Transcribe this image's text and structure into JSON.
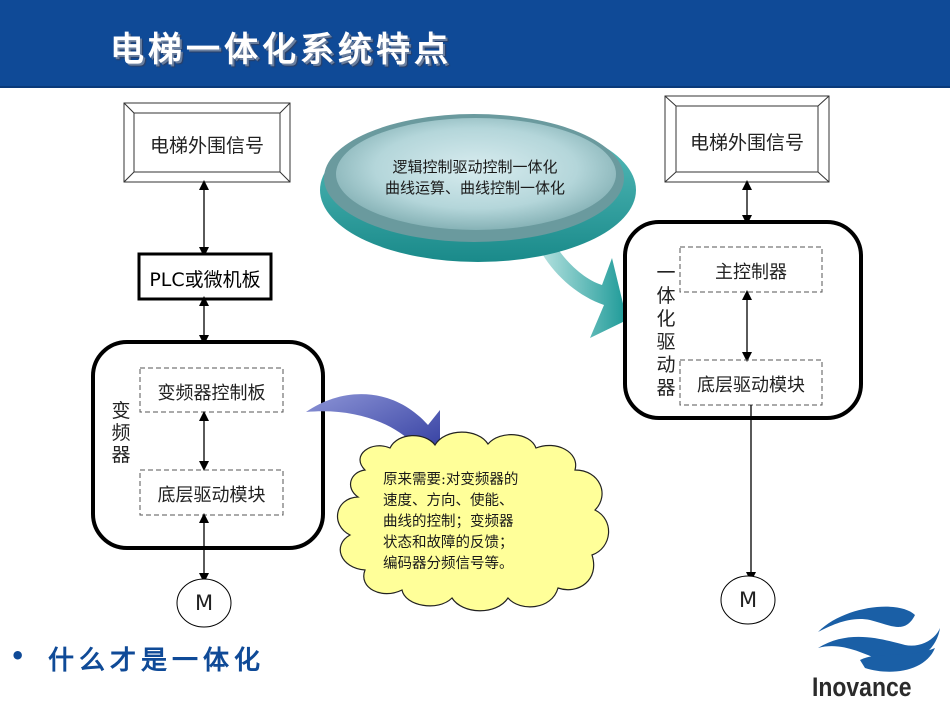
{
  "header": {
    "title": "电梯一体化系统特点"
  },
  "left_diagram": {
    "peripheral_signal": "电梯外围信号",
    "plc_box": "PLC或微机板",
    "inverter_label": "变频器",
    "inverter_control_board": "变频器控制板",
    "low_level_drive": "底层驱动模块",
    "motor": "M"
  },
  "right_diagram": {
    "peripheral_signal": "电梯外围信号",
    "integrated_drive_label": "一体化驱动器",
    "main_controller": "主控制器",
    "low_level_drive": "底层驱动模块",
    "motor": "M"
  },
  "callout_oval": {
    "lines": [
      "逻辑控制驱动控制一体化",
      "曲线运算、曲线控制一体化"
    ]
  },
  "callout_cloud": {
    "lines": [
      "原来需要:对变频器的",
      "速度、方向、使能、",
      "曲线的控制；变频器",
      "状态和故障的反馈；",
      "编码器分频信号等。"
    ]
  },
  "bullet": {
    "symbol": "•",
    "text": "什么才是一体化"
  },
  "logo": {
    "name": "Inovance"
  },
  "colors": {
    "header_bg": "#0f4a97",
    "oval_teal": "#2a9a9a",
    "cloud_fill": "#ffff99",
    "arrow_blue": "#3a44a8",
    "bullet_blue": "#0f4a97"
  }
}
